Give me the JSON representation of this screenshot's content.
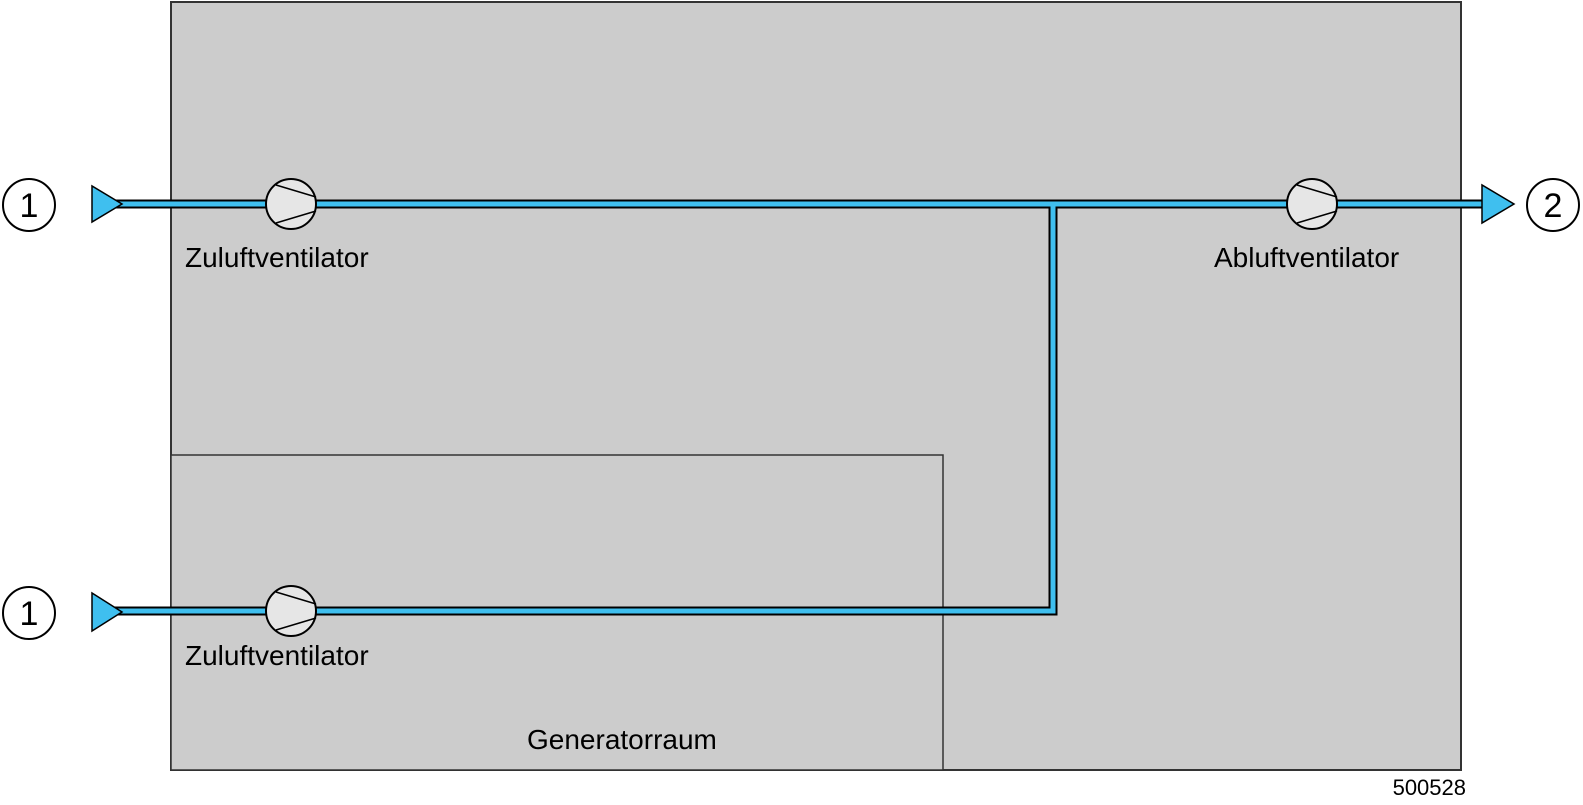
{
  "colors": {
    "room_fill": "#cccccc",
    "room_stroke": "#333333",
    "duct_blue": "#3fbfef",
    "duct_outline": "#000000",
    "fan_fill": "#e6e6e6",
    "text": "#000000"
  },
  "labels": {
    "fan_supply_top": "Zuluftventilator",
    "fan_supply_bottom": "Zuluftventilator",
    "fan_exhaust": "Abluftventilator",
    "generator_room": "Generatorraum",
    "drawing_number": "500528"
  },
  "markers": {
    "inlet_top": "1",
    "inlet_bottom": "1",
    "outlet": "2"
  },
  "icons": {
    "fan": "fan-icon",
    "inlet_arrow": "triangle-right-icon",
    "outlet_arrow": "triangle-right-icon"
  }
}
